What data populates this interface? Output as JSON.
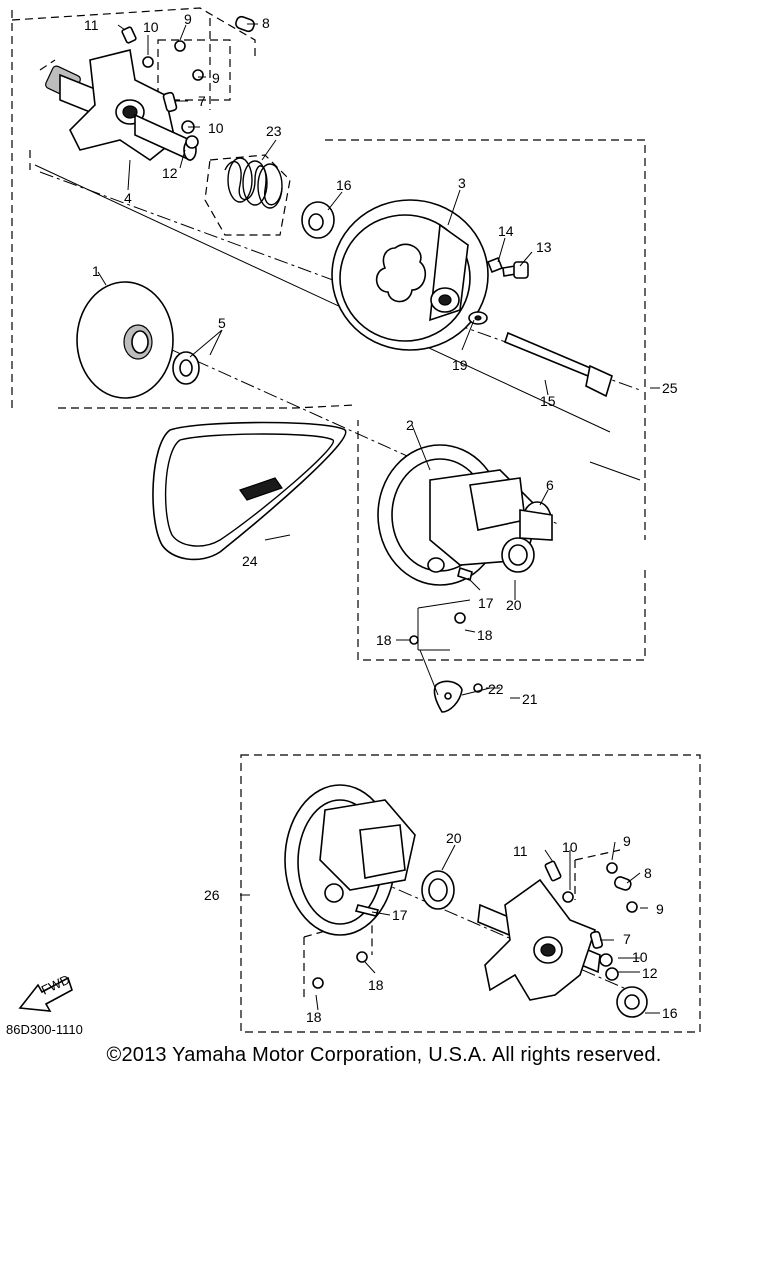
{
  "diagram": {
    "code": "86D300-1110",
    "fwd_label": "FWD",
    "callouts": [
      {
        "id": "c1",
        "text": "1"
      },
      {
        "id": "c2",
        "text": "2"
      },
      {
        "id": "c3",
        "text": "3"
      },
      {
        "id": "c4",
        "text": "4"
      },
      {
        "id": "c5",
        "text": "5"
      },
      {
        "id": "c6",
        "text": "6"
      },
      {
        "id": "c7a",
        "text": "7"
      },
      {
        "id": "c8a",
        "text": "8"
      },
      {
        "id": "c9a",
        "text": "9"
      },
      {
        "id": "c9b",
        "text": "9"
      },
      {
        "id": "c10a",
        "text": "10"
      },
      {
        "id": "c10b",
        "text": "10"
      },
      {
        "id": "c11a",
        "text": "11"
      },
      {
        "id": "c12a",
        "text": "12"
      },
      {
        "id": "c13",
        "text": "13"
      },
      {
        "id": "c14",
        "text": "14"
      },
      {
        "id": "c15",
        "text": "15"
      },
      {
        "id": "c16a",
        "text": "16"
      },
      {
        "id": "c17a",
        "text": "17"
      },
      {
        "id": "c18a",
        "text": "18"
      },
      {
        "id": "c18b",
        "text": "18"
      },
      {
        "id": "c19",
        "text": "19"
      },
      {
        "id": "c20a",
        "text": "20"
      },
      {
        "id": "c21",
        "text": "21"
      },
      {
        "id": "c22",
        "text": "22"
      },
      {
        "id": "c23",
        "text": "23"
      },
      {
        "id": "c24",
        "text": "24"
      },
      {
        "id": "c25",
        "text": "25"
      },
      {
        "id": "c26",
        "text": "26"
      },
      {
        "id": "c20b",
        "text": "20"
      },
      {
        "id": "c11b",
        "text": "11"
      },
      {
        "id": "c10c",
        "text": "10"
      },
      {
        "id": "c9c",
        "text": "9"
      },
      {
        "id": "c8b",
        "text": "8"
      },
      {
        "id": "c9d",
        "text": "9"
      },
      {
        "id": "c17b",
        "text": "17"
      },
      {
        "id": "c7b",
        "text": "7"
      },
      {
        "id": "c10d",
        "text": "10"
      },
      {
        "id": "c12b",
        "text": "12"
      },
      {
        "id": "c18c",
        "text": "18"
      },
      {
        "id": "c18d",
        "text": "18"
      },
      {
        "id": "c16b",
        "text": "16"
      }
    ]
  },
  "footer": {
    "copyright": "©2013 Yamaha Motor Corporation, U.S.A. All rights reserved."
  }
}
